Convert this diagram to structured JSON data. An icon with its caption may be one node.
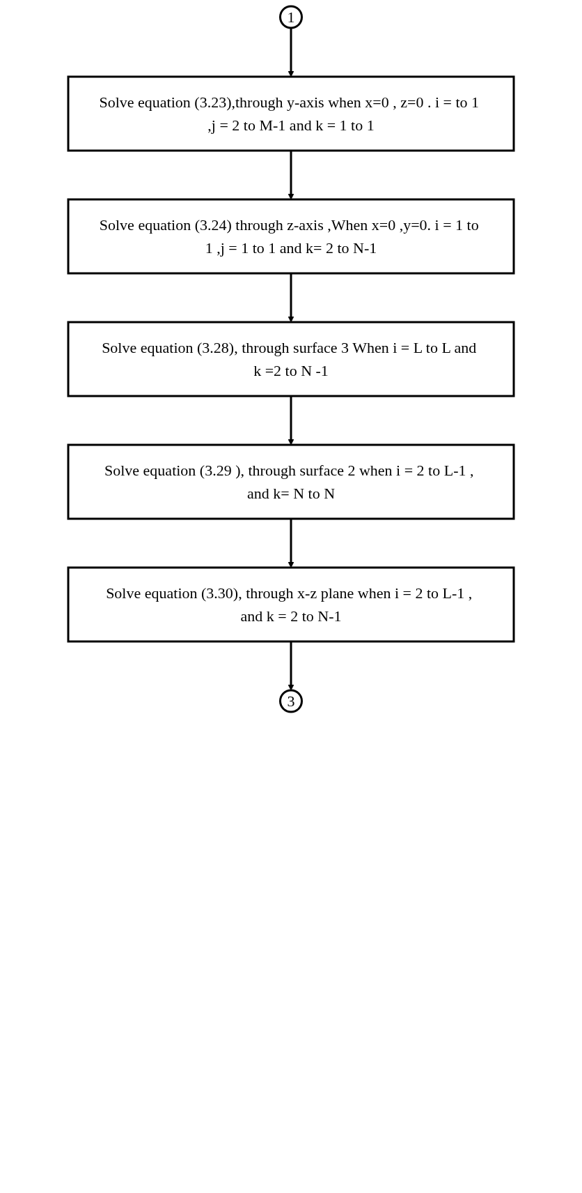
{
  "diagram": {
    "nodes": [
      {
        "text": [
          "1"
        ]
      },
      {
        "text": [
          "Solve equation (3.23),through y-axis when x=0 , z=0 . i = to 1 ,j = 2 to M-1 and k = 1 to 1"
        ]
      },
      {
        "text": [
          "Solve equation (3.24) through z-axis ,When x=0 ,y=0. i = 1 to 1 ,j = 1 to 1 and k= 2 to N-1"
        ]
      },
      {
        "text": [
          "Solve equation (3.28), through surface 3 When i = L to L and k =2 to N -1"
        ]
      },
      {
        "text": [
          "Solve equation (3.29 ), through surface 2 when i = 2 to L-1 , and k= N to N"
        ]
      },
      {
        "text": [
          "Solve equation (3.30), through x-z plane when i = 2 to L-1 , and k = 2 to N-1"
        ]
      },
      {
        "text": [
          "3"
        ]
      }
    ],
    "edges": [
      {
        "from": 0,
        "to": 1,
        "arrow": "to"
      },
      {
        "from": 1,
        "to": 2,
        "arrow": "to"
      },
      {
        "from": 2,
        "to": 3,
        "arrow": "to"
      },
      {
        "from": 3,
        "to": 4,
        "arrow": "to"
      },
      {
        "from": 4,
        "to": 5,
        "arrow": "to"
      },
      {
        "from": 5,
        "to": 6,
        "arrow": "to"
      }
    ]
  }
}
